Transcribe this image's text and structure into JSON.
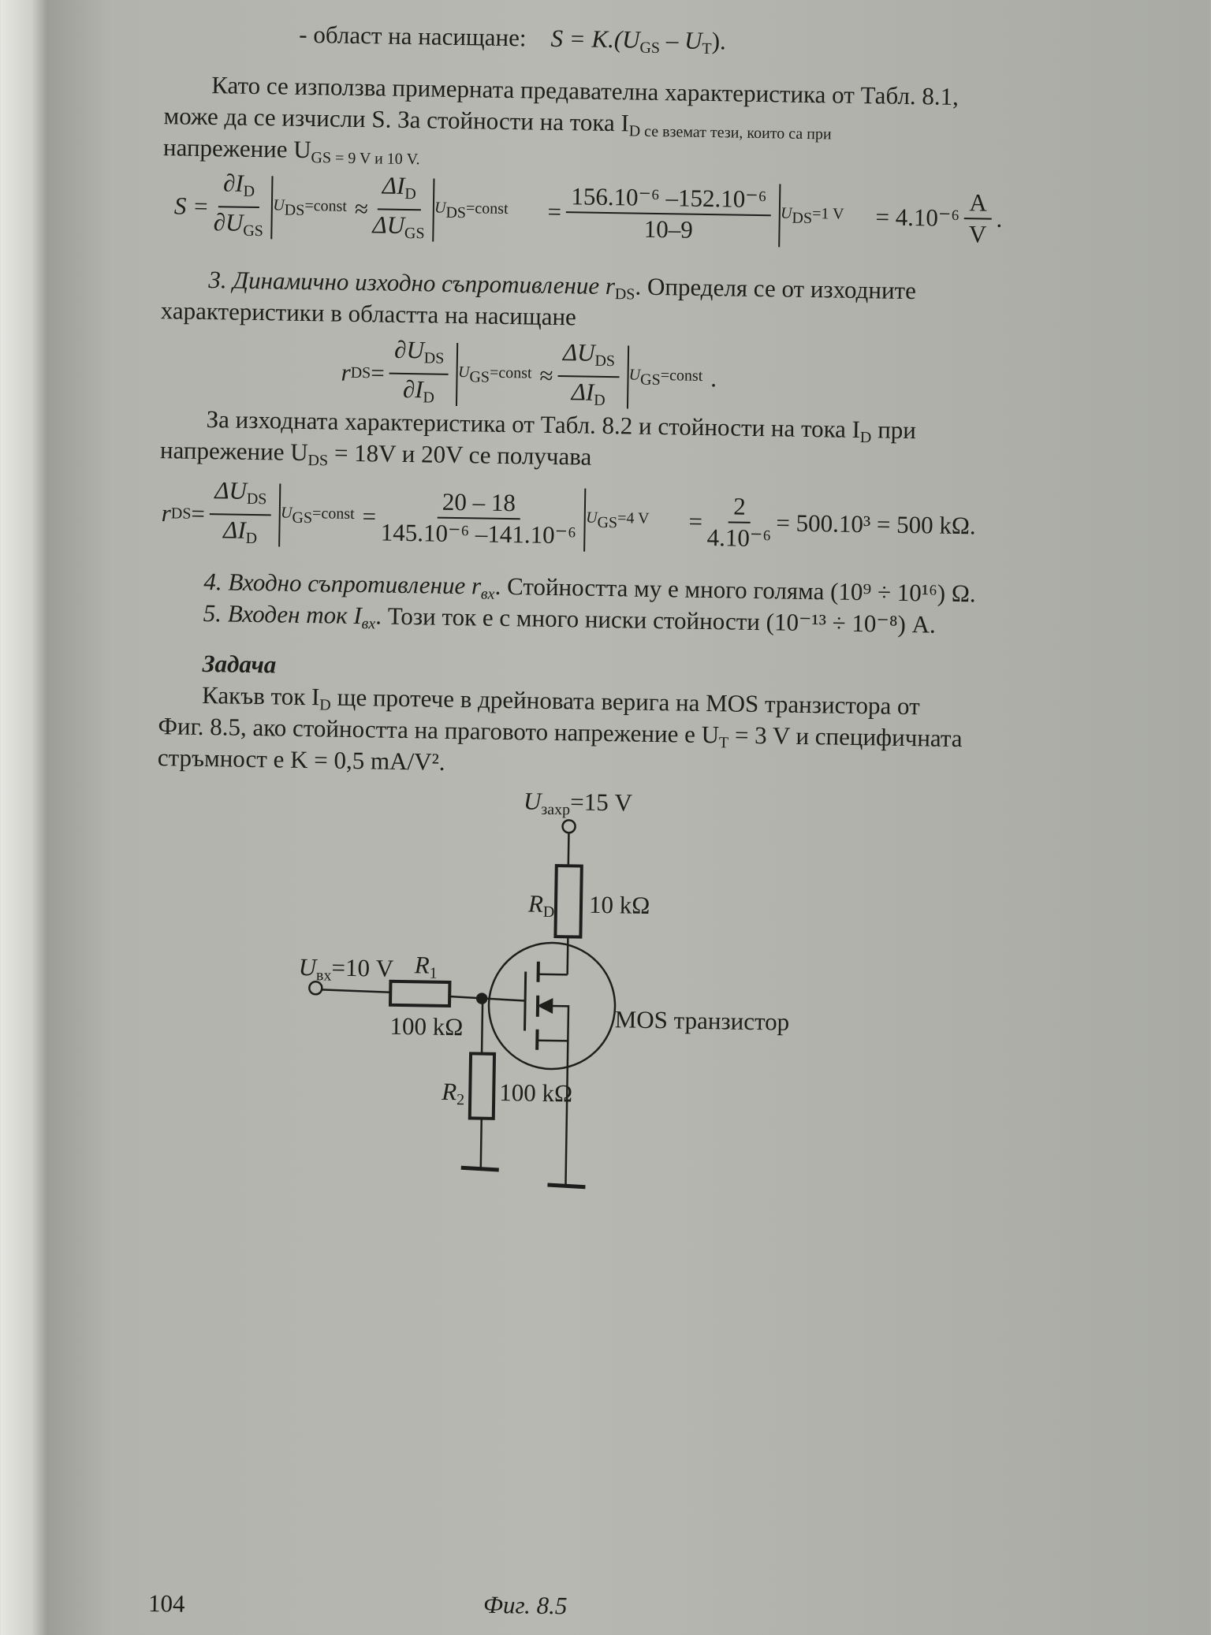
{
  "sat_line": {
    "label": "- област на насищане:",
    "formula": "S = K.(U",
    "gs": "GS",
    "minus": " – U",
    "t": "T",
    "end": ")."
  },
  "para1": {
    "lines": [
      "Като се използва примерната предавателна характеристика от Табл. 8.1,",
      "може да се изчисли S. За стойности на тока I",
      "D се вземат тези, които са при",
      "напрежение U",
      "GS = 9 V и 10 V."
    ]
  },
  "formula_s": {
    "lhs": "S =",
    "n1": "∂I",
    "n1s": "D",
    "d1": "∂U",
    "d1s": "GS",
    "c1": "U",
    "c1s": "DS",
    "c1e": "=const",
    "approx": "≈",
    "n2": "ΔI",
    "n2s": "D",
    "d2": "ΔU",
    "d2s": "GS",
    "c2": "U",
    "c2s": "DS",
    "c2e": "=const",
    "eq": "=",
    "n3": "156.10⁻⁶ –152.10⁻⁶",
    "d3": "10–9",
    "c3": "U",
    "c3s": "DS",
    "c3e": "=1 V",
    "res": "= 4.10⁻⁶",
    "unit_n": "A",
    "unit_d": "V",
    "dot": "."
  },
  "item3": {
    "title": "3. Динамично изходно съпротивление r",
    "sub": "DS",
    "rest": ". Определя се от изходните",
    "line2": "характеристики в областта на насищане"
  },
  "formula_r1": {
    "lhs": "r",
    "lhss": "DS",
    "eq": " =",
    "n1": "∂U",
    "n1s": "DS",
    "d1": "∂I",
    "d1s": "D",
    "c1": "U",
    "c1s": "GS",
    "c1e": "=const",
    "approx": "≈",
    "n2": "ΔU",
    "n2s": "DS",
    "d2": "ΔI",
    "d2s": "D",
    "c2": "U",
    "c2s": "GS",
    "c2e": "=const",
    "dot": "."
  },
  "para2": {
    "line1": "За изходната характеристика от Табл. 8.2 и стойности на тока I",
    "line1s": "D",
    "line1e": " при",
    "line2": "напрежение U",
    "line2s": "DS",
    "line2e": " = 18V и 20V се получава"
  },
  "formula_r2": {
    "lhs": "r",
    "lhss": "DS",
    "eq": " =",
    "n1": "ΔU",
    "n1s": "DS",
    "d1": "ΔI",
    "d1s": "D",
    "c1": "U",
    "c1s": "GS",
    "c1e": "=const",
    "eq2": "=",
    "n2": "20 – 18",
    "d2": "145.10⁻⁶ –141.10⁻⁶",
    "c2": "U",
    "c2s": "GS",
    "c2e": "=4 V",
    "eq3": "=",
    "n3": "2",
    "d3": "4.10⁻⁶",
    "res": "= 500.10³ = 500 kΩ."
  },
  "item4": {
    "title": "4. Входно съпротивление r",
    "sub": "вх",
    "rest": ". Стойността му е много голяма (10⁹ ÷ 10¹⁶) Ω."
  },
  "item5": {
    "title": "5. Входен ток I",
    "sub": "вх",
    "rest": ". Този ток е с много ниски стойности (10⁻¹³ ÷ 10⁻⁸) A."
  },
  "task": {
    "heading": "Задача",
    "line1": "Какъв ток I",
    "line1s": "D",
    "line1e": " ще протече в дрейновата верига на MOS транзистора от",
    "line2": "Фиг. 8.5, ако стойността на праговото напрежение е U",
    "line2s": "T",
    "line2e": " = 3 V и специфичната",
    "line3": "стръмност е K = 0,5 mA/V²."
  },
  "circuit": {
    "supply": "U",
    "supply_sub": "захр",
    "supply_val": "=15 V",
    "rd": "R",
    "rd_sub": "D",
    "rd_val": "10 kΩ",
    "uin": "U",
    "uin_sub": "вх",
    "uin_val": "=10 V",
    "r1": "R",
    "r1_sub": "1",
    "r1_val": "100 kΩ",
    "r2": "R",
    "r2_sub": "2",
    "r2_val": "100 kΩ",
    "transistor": "MOS транзистор"
  },
  "footer": {
    "page_number": "104",
    "caption": "Фиг. 8.5"
  }
}
